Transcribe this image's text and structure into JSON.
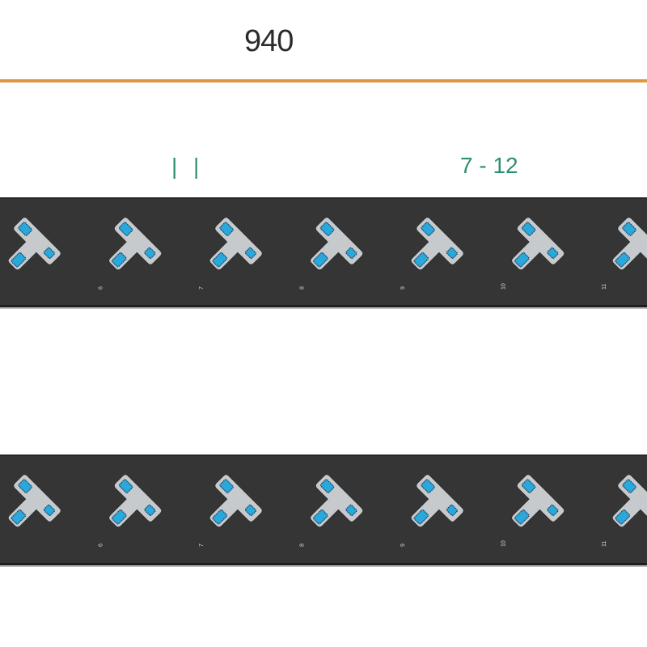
{
  "dimension": {
    "value": "940",
    "line_color": "#e0983f"
  },
  "groups": {
    "marker": "| |",
    "range_label": "7 - 12",
    "color": "#2e8f6c"
  },
  "strips": [
    {
      "name": "top-strip",
      "ports": [
        {
          "label": ""
        },
        {
          "label": "6"
        },
        {
          "label": "7"
        },
        {
          "label": "8"
        },
        {
          "label": "9"
        },
        {
          "label": "10"
        },
        {
          "label": "11"
        }
      ]
    },
    {
      "name": "bottom-strip",
      "ports": [
        {
          "label": ""
        },
        {
          "label": "6"
        },
        {
          "label": "7"
        },
        {
          "label": "8"
        },
        {
          "label": "9"
        },
        {
          "label": "10"
        },
        {
          "label": "11"
        }
      ]
    }
  ],
  "colors": {
    "strip_background": "#353535",
    "outlet_body": "#c7cacd",
    "outlet_slot": "#29a8dc",
    "slot_outline": "#1a3f5c"
  },
  "icons": {
    "outlet": "t-shaped-outlet-icon"
  }
}
